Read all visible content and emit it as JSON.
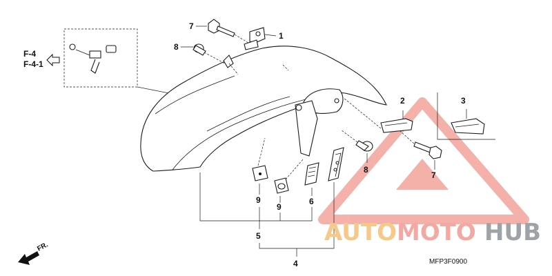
{
  "diagram": {
    "ref_primary": "F-4",
    "ref_secondary": "F-4-1",
    "direction_label": "FR.",
    "drawing_code": "MFP3F0900",
    "callouts": {
      "c1": "1",
      "c2": "2",
      "c3": "3",
      "c4": "4",
      "c5": "5",
      "c6": "6",
      "c7_top": "7",
      "c7_right": "7",
      "c8_left": "8",
      "c8_right": "8",
      "c9_left": "9",
      "c9_right": "9"
    }
  },
  "watermark": {
    "part1": "AUTO",
    "part2": "MOTO",
    "part3": "HUB",
    "colors": {
      "auto": "#f6c98b",
      "moto": "#f3a9a3",
      "hub": "#9ea3a8",
      "triangle": "#f2a49c"
    }
  }
}
